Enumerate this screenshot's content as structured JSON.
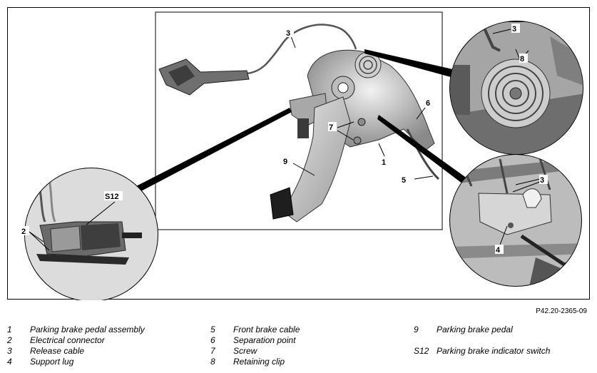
{
  "figure": {
    "reference_code": "P42.20-2365-09",
    "callouts": {
      "main_3": "3",
      "main_6": "6",
      "main_7": "7",
      "main_1": "1",
      "main_9": "9",
      "main_5": "5",
      "top_right_3": "3",
      "top_right_8": "8",
      "bottom_right_3": "3",
      "bottom_right_4": "4",
      "left_s12": "S12",
      "left_2": "2"
    }
  },
  "legend": [
    {
      "num": "1",
      "text": "Parking brake pedal assembly"
    },
    {
      "num": "2",
      "text": "Electrical connector"
    },
    {
      "num": "3",
      "text": "Release cable"
    },
    {
      "num": "4",
      "text": "Support lug"
    },
    {
      "num": "5",
      "text": "Front brake cable"
    },
    {
      "num": "6",
      "text": "Separation point"
    },
    {
      "num": "7",
      "text": "Screw"
    },
    {
      "num": "8",
      "text": "Retaining clip"
    },
    {
      "num": "9",
      "text": "Parking brake pedal"
    },
    {
      "num": "S12",
      "text": "Parking brake indicator switch"
    }
  ]
}
